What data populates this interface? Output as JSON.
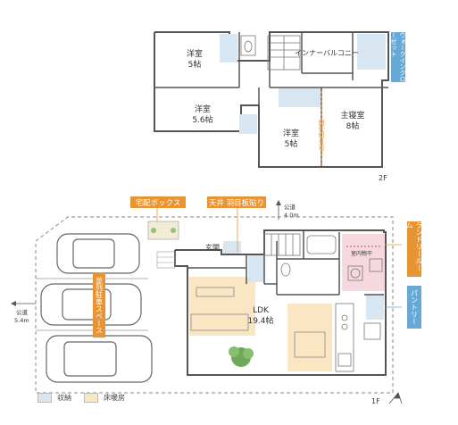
{
  "floor2": {
    "label": "2F",
    "rooms": {
      "western_a": {
        "name": "洋室",
        "size": "5帖"
      },
      "western_b": {
        "name": "洋室",
        "size": "5.6帖"
      },
      "western_c": {
        "name": "洋室",
        "size": "5帖"
      },
      "master": {
        "name": "主寝室",
        "size": "8帖"
      },
      "inner_balcony": {
        "name": "インナーバルコニー"
      },
      "partition_note": "間仕切り可"
    },
    "tags": {
      "walk_in_closet": "ウォークインクローゼット"
    }
  },
  "floor1": {
    "label": "1F",
    "rooms": {
      "ldk": {
        "name": "LDK",
        "size": "19.4帖"
      },
      "entrance": "玄関",
      "indoor_drying": "室内物干"
    },
    "tags": {
      "delivery_box": "宅配ボックス",
      "ceiling": "天井 羽目板貼り",
      "parking": "並列駐車スペース",
      "laundry_room": "ランドリールーム",
      "pantry": "パントリー"
    },
    "roads": {
      "north": {
        "name": "公道",
        "width": "4.0m"
      },
      "west": {
        "name": "公道",
        "width": "5.4m"
      }
    }
  },
  "legend": [
    {
      "label": "収納",
      "color": "#d7e6f1"
    },
    {
      "label": "床暖房",
      "color": "#fbe6c4"
    }
  ],
  "colors": {
    "tag_orange": "#e99433",
    "tag_blue": "#66a9d6",
    "storage": "#d7e6f1",
    "floor_heat": "#fbe6c4",
    "laundry": "#f6d9df"
  },
  "icons": {
    "north_arrow": "north-arrow-icon",
    "tree": "tree-icon"
  }
}
